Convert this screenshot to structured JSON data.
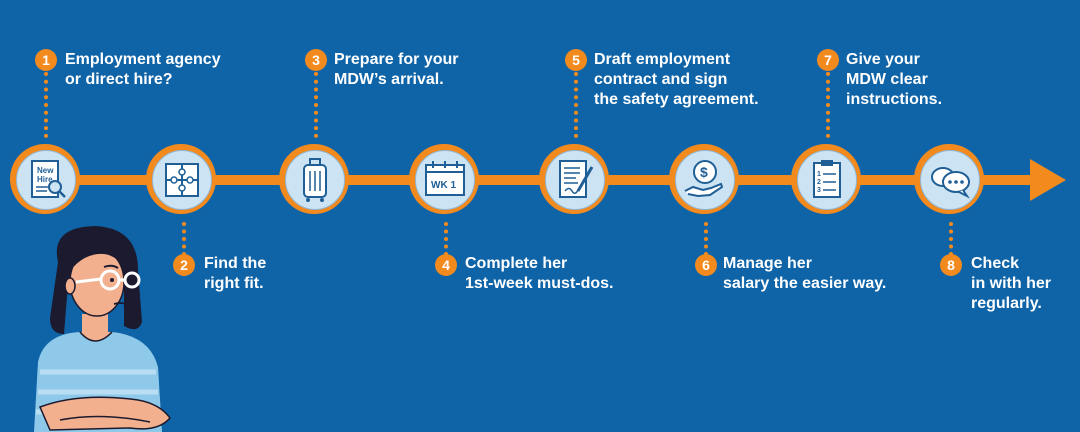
{
  "steps": [
    {
      "number": "1",
      "label": "Employment agency\nor direct hire?",
      "icon": "new-hire-document-icon"
    },
    {
      "number": "2",
      "label": "Find the\nright fit.",
      "icon": "puzzle-icon"
    },
    {
      "number": "3",
      "label": "Prepare for your\nMDW’s arrival.",
      "icon": "luggage-icon"
    },
    {
      "number": "4",
      "label": "Complete her\n1st-week must-dos.",
      "icon": "calendar-icon"
    },
    {
      "number": "5",
      "label": "Draft employment\ncontract and sign\nthe safety agreement.",
      "icon": "contract-signing-icon"
    },
    {
      "number": "6",
      "label": "Manage her\nsalary the easier way.",
      "icon": "salary-hand-icon"
    },
    {
      "number": "7",
      "label": "Give your\nMDW clear\ninstructions.",
      "icon": "clipboard-checklist-icon"
    },
    {
      "number": "8",
      "label": "Check\nin with her\nregularly.",
      "icon": "chat-bubbles-icon"
    }
  ],
  "icon_text": {
    "new_hire": "New\nHire",
    "calendar": "WK 1"
  },
  "colors": {
    "background": "#0f64a8",
    "accent": "#f28a1e",
    "icon_fill": "#cbe3f3",
    "icon_stroke": "#1f5f96"
  }
}
